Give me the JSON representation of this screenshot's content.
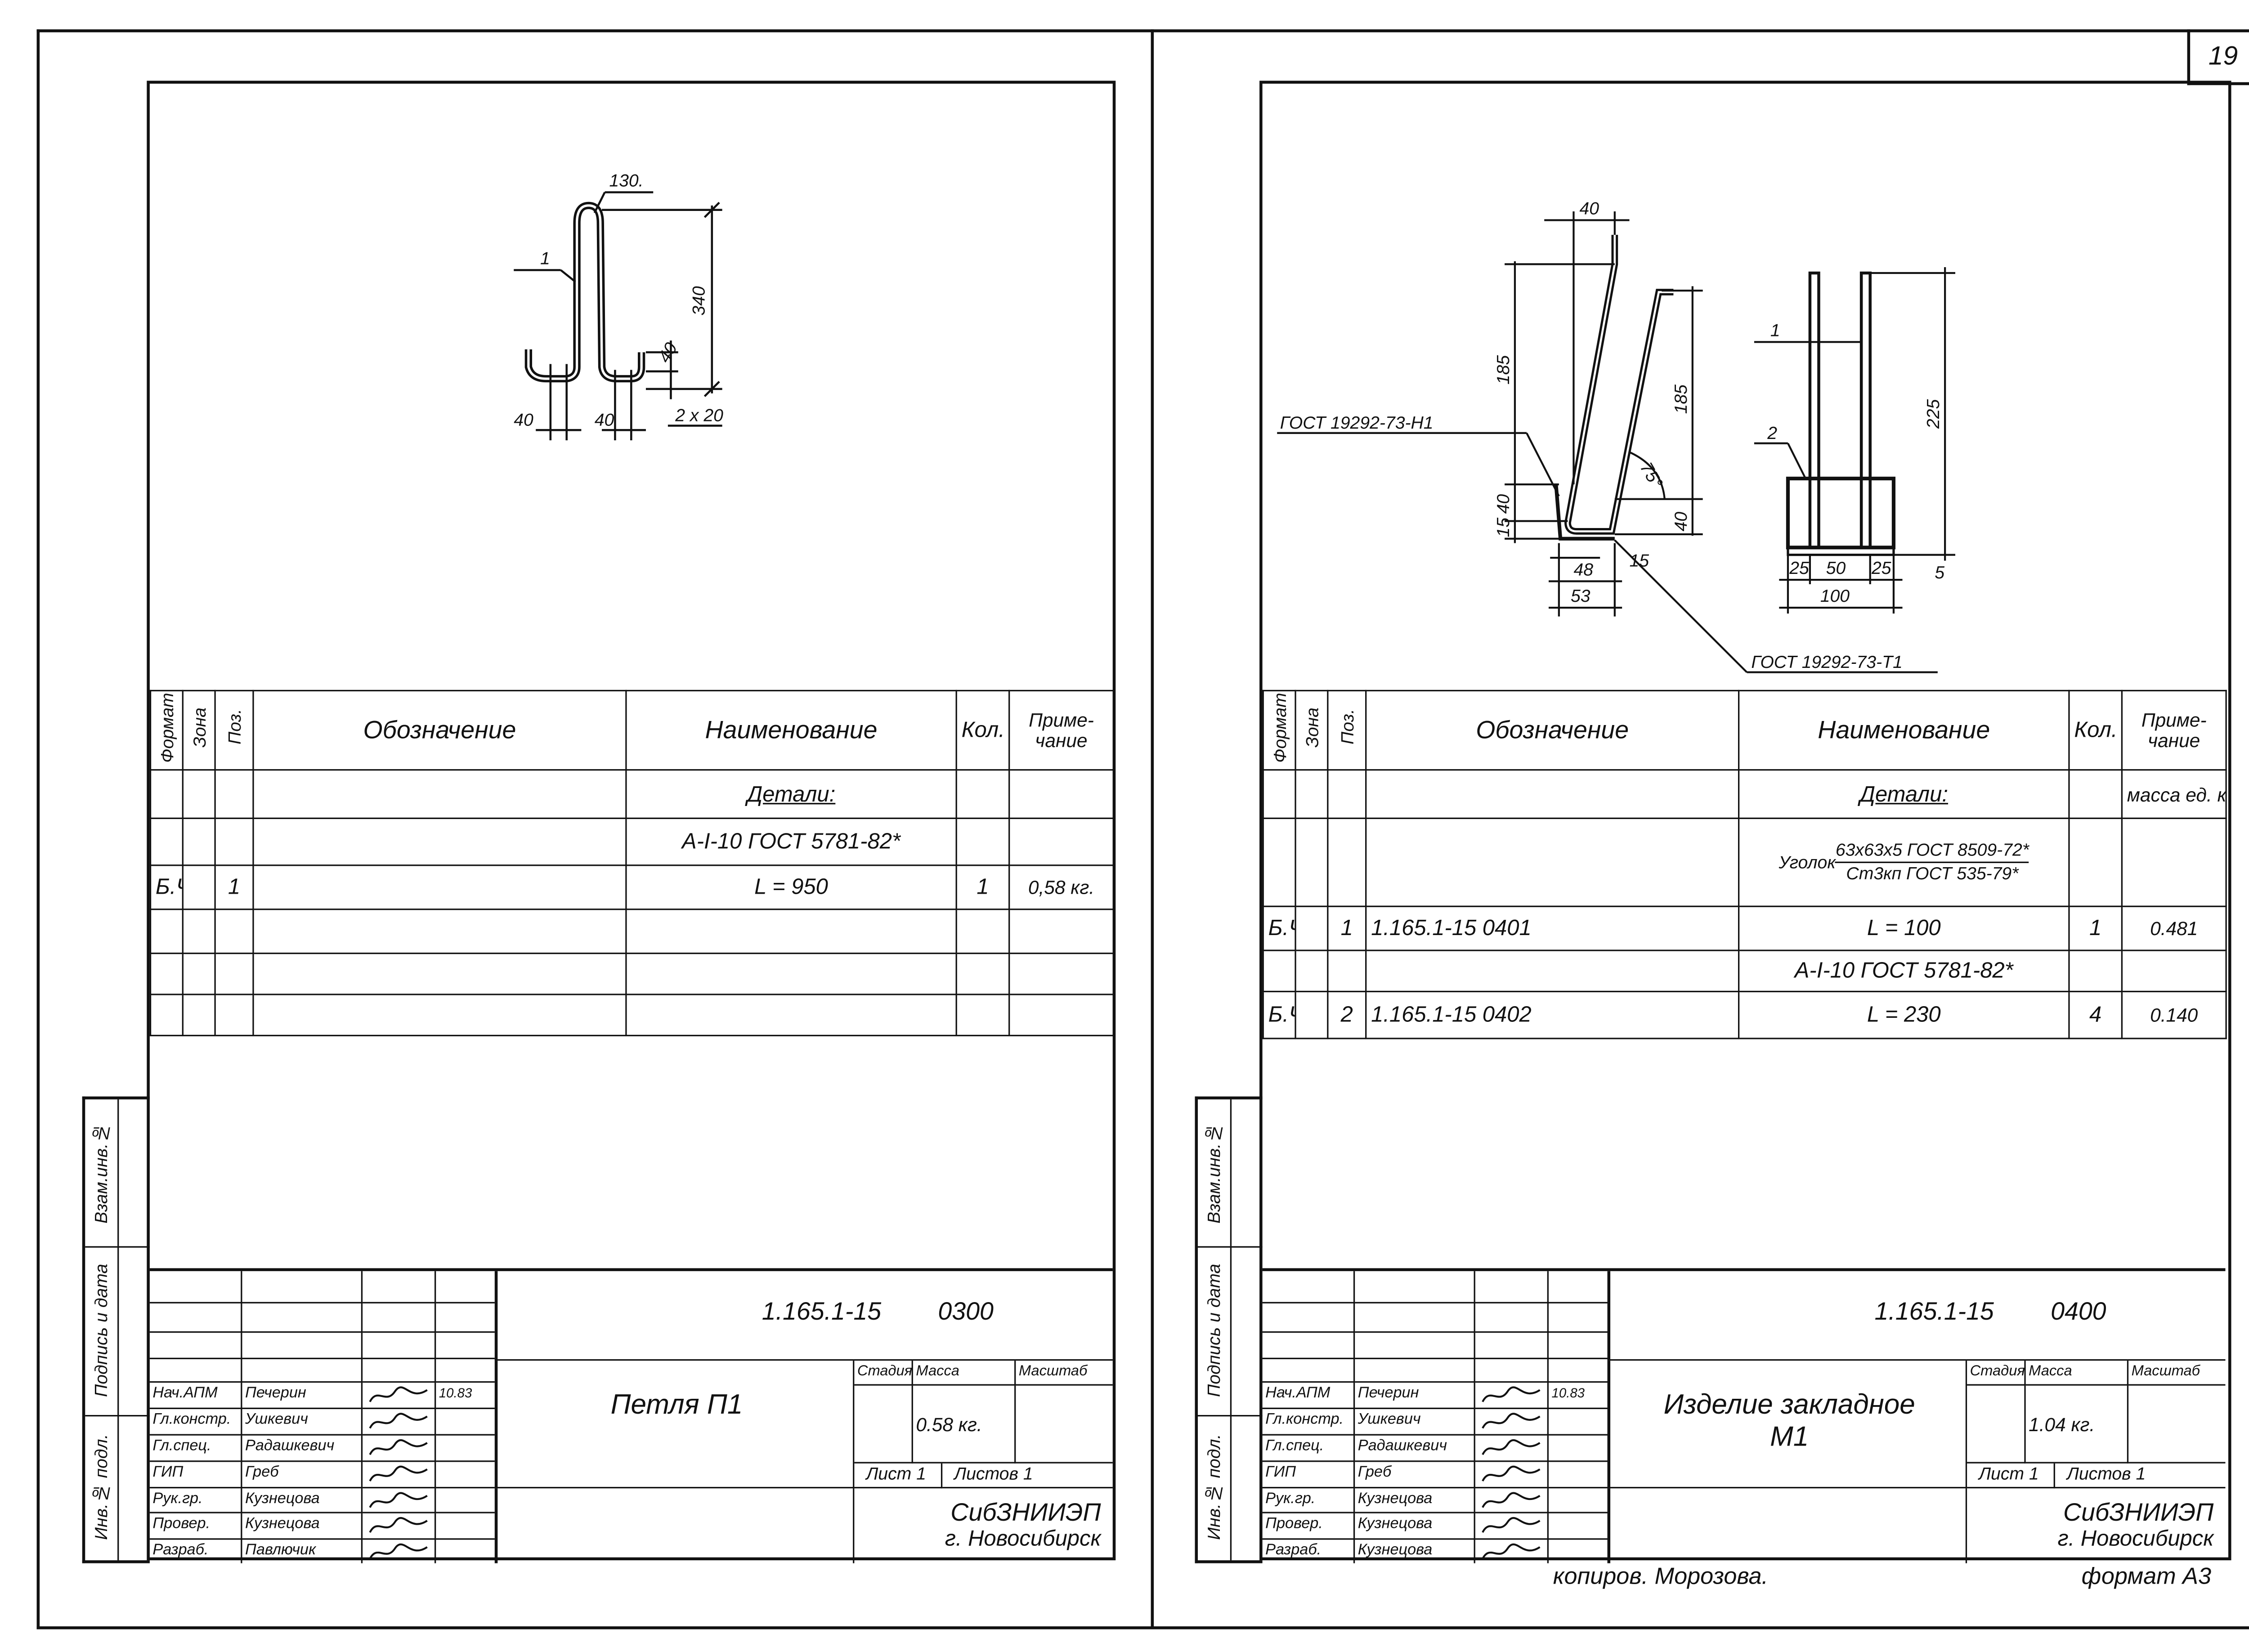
{
  "page_number": "19",
  "footer": {
    "copied_by": "копиров. Морозова.",
    "format": "формат А3"
  },
  "sheets": [
    {
      "spec": {
        "headers": {
          "format": "Формат",
          "zone": "Зона",
          "pos": "Поз.",
          "designation": "Обозначение",
          "name": "Наименование",
          "qty": "Кол.",
          "note_1": "Приме-",
          "note_2": "чание"
        },
        "rows": [
          {
            "name": "Детали:",
            "heading": true
          },
          {
            "name": "А-I-10  ГОСТ 5781-82*"
          },
          {
            "format": "Б.Ч.",
            "pos": "1",
            "name": "L = 950",
            "qty": "1",
            "note": "0,58 кг."
          },
          {},
          {},
          {}
        ]
      },
      "title_block": {
        "designation": "1.165.1-15",
        "code": "0300",
        "title": "Петля  П1",
        "title_line2": "",
        "stage_label": "Стадия",
        "mass_label": "Масса",
        "scale_label": "Масштаб",
        "mass": "0.58 кг.",
        "sheet": "Лист 1",
        "sheets_total": "Листов 1",
        "org": "СибЗНИИЭП",
        "city": "г. Новосибирск",
        "date": "10.83",
        "staff": [
          {
            "role": "Нач.АПМ",
            "name": "Печерин"
          },
          {
            "role": "Гл.констр.",
            "name": "Ушкевич"
          },
          {
            "role": "Гл.спец.",
            "name": "Радашкевич"
          },
          {
            "role": "ГИП",
            "name": "Греб"
          },
          {
            "role": "Рук.гр.",
            "name": "Кузнецова"
          },
          {
            "role": "Провер.",
            "name": "Кузнецова"
          },
          {
            "role": "Разраб.",
            "name": "Павлючик"
          }
        ]
      },
      "side_stamp": {
        "replaced_inv": "Взам.инв.№",
        "signature_date": "Подпись и дата",
        "inv_original": "Инв.№ подл."
      }
    },
    {
      "spec": {
        "headers": {
          "format": "Формат",
          "zone": "Зона",
          "pos": "Поз.",
          "designation": "Обозначение",
          "name": "Наименование",
          "qty": "Кол.",
          "note_1": "Приме-",
          "note_2": "чание"
        },
        "rows": [
          {
            "name": "Детали:",
            "heading": true,
            "note": "масса ед. кг."
          },
          {
            "name_prefix": "Уголок",
            "name_num": "63x63x5 ГОСТ 8509-72*",
            "name_den": "Ст3кп  ГОСТ 535-79*"
          },
          {
            "format": "Б.Ч.",
            "pos": "1",
            "designation": "1.165.1-15     0401",
            "name": "L = 100",
            "qty": "1",
            "note": "0.481"
          },
          {
            "name": "А-I-10  ГОСТ 5781-82*"
          },
          {
            "format": "Б.Ч.",
            "pos": "2",
            "designation": "1.165.1-15     0402",
            "name": "L = 230",
            "qty": "4",
            "note": "0.140"
          }
        ]
      },
      "title_block": {
        "designation": "1.165.1-15",
        "code": "0400",
        "title": "Изделие  закладное",
        "title_line2": "М1",
        "stage_label": "Стадия",
        "mass_label": "Масса",
        "scale_label": "Масштаб",
        "mass": "1.04 кг.",
        "sheet": "Лист 1",
        "sheets_total": "Листов 1",
        "org": "СибЗНИИЭП",
        "city": "г. Новосибирск",
        "date": "10.83",
        "staff": [
          {
            "role": "Нач.АПМ",
            "name": "Печерин"
          },
          {
            "role": "Гл.констр.",
            "name": "Ушкевич"
          },
          {
            "role": "Гл.спец.",
            "name": "Радашкевич"
          },
          {
            "role": "ГИП",
            "name": "Греб"
          },
          {
            "role": "Рук.гр.",
            "name": "Кузнецова"
          },
          {
            "role": "Провер.",
            "name": "Кузнецова"
          },
          {
            "role": "Разраб.",
            "name": "Кузнецова"
          }
        ]
      },
      "side_stamp": {
        "replaced_inv": "Взам.инв.№",
        "signature_date": "Подпись и дата",
        "inv_original": "Инв.№ подл."
      }
    }
  ],
  "drawings": {
    "loop": {
      "pos": "1",
      "radius": "130.",
      "height": "340",
      "hook": "40",
      "width_left": "40",
      "width_right": "40",
      "spacing": "2 x 20"
    },
    "insert": {
      "top": "40",
      "h_left": "185",
      "h_left_low": "40",
      "h_left_base": "15",
      "h_right": "185",
      "h_right_low": "40",
      "angle": "75°",
      "w48": "48",
      "w53": "53",
      "w15": "15",
      "weld_1": "ГОСТ 19292-73-Н1",
      "weld_2": "ГОСТ 19292-73-Т1",
      "pos1": "1",
      "pos2": "2",
      "h225": "225",
      "t5": "5",
      "d25a": "25",
      "d50": "50",
      "d25b": "25",
      "d100": "100"
    }
  }
}
